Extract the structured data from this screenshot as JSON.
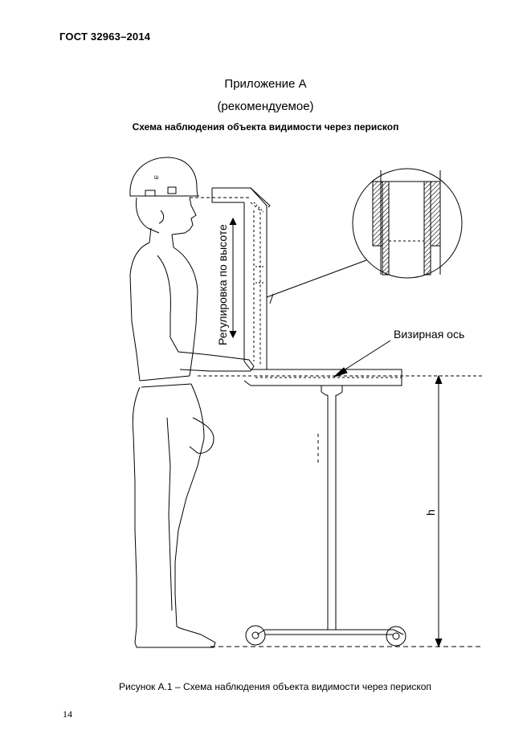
{
  "header": {
    "standard_code": "ГОСТ 32963–2014"
  },
  "appendix": {
    "title": "Приложение А",
    "status": "(рекомендуемое)",
    "scheme_title": "Схема наблюдения объекта видимости через перископ"
  },
  "figure": {
    "label_height_adjust": "Регулировка по высоте",
    "label_sight_axis": "Визирная ось",
    "label_h": "h",
    "helmet_mark": "Ш"
  },
  "caption": "Рисунок А.1 – Схема наблюдения объекта видимости через перископ",
  "page_number": "14"
}
